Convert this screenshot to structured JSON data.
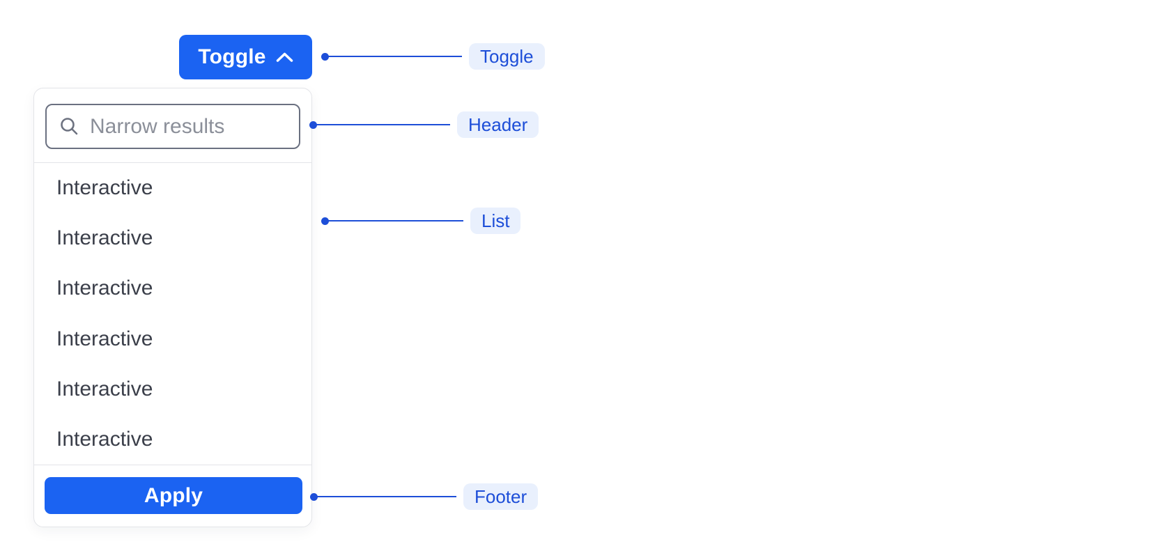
{
  "toggle": {
    "label": "Toggle"
  },
  "dropdown": {
    "header": {
      "search_placeholder": "Narrow results",
      "search_value": ""
    },
    "list": {
      "items": [
        "Interactive",
        "Interactive",
        "Interactive",
        "Interactive",
        "Interactive",
        "Interactive"
      ]
    },
    "footer": {
      "apply_label": "Apply"
    }
  },
  "annotations": {
    "toggle": "Toggle",
    "header": "Header",
    "list": "List",
    "footer": "Footer"
  },
  "icons": {
    "toggle_chevron": "chevron-up-icon",
    "search": "search-icon"
  },
  "colors": {
    "primary_blue": "#1b63f2",
    "annotation_blue": "#1d4ed8",
    "annotation_pill_bg": "#e9f0fd",
    "list_text": "#3b3f4a",
    "input_border": "#6a7080",
    "panel_border": "#e3e4e8",
    "placeholder": "#8b8f99",
    "icon_gray": "#6d7280"
  }
}
